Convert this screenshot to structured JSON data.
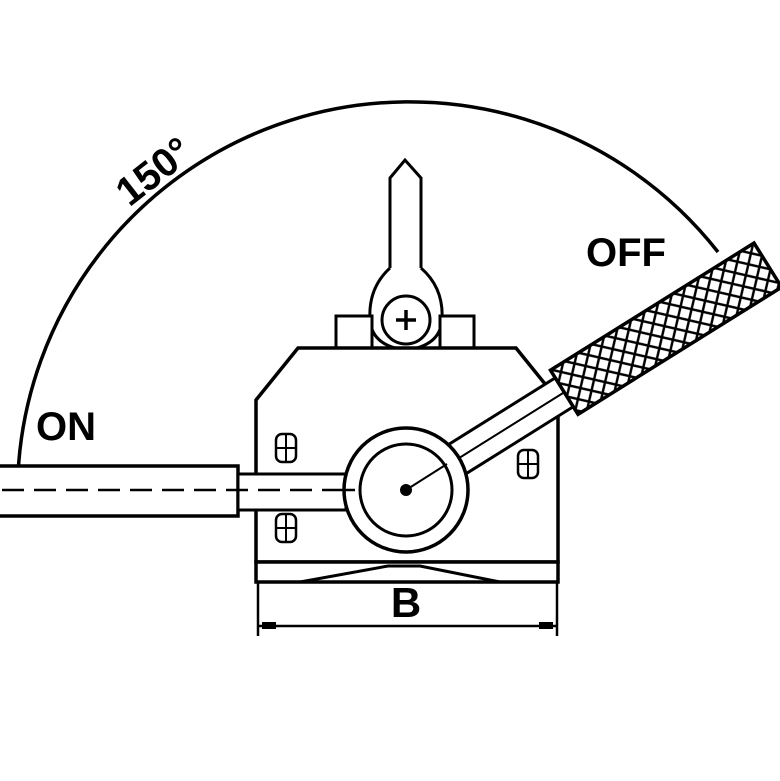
{
  "diagram": {
    "angle_label": "150°",
    "on_label": "ON",
    "off_label": "OFF",
    "dimension_label": "B"
  },
  "colors": {
    "ink": "#000000",
    "paper": "#ffffff"
  }
}
